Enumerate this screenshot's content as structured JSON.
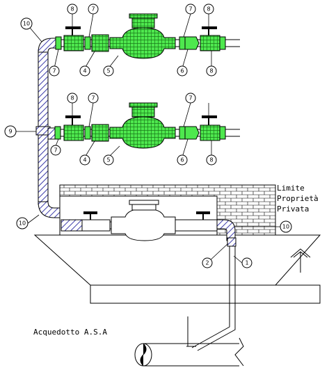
{
  "callouts": {
    "n1": "1",
    "n2": "2",
    "n4": "4",
    "n5": "5",
    "n6": "6",
    "n7": "7",
    "n8": "8",
    "n9": "9",
    "n10": "10"
  },
  "text": {
    "limit_line1": "Limite",
    "limit_line2": "Proprietà",
    "limit_line3": "Privata",
    "aqueduct": "Acquedotto A.S.A"
  },
  "colors": {
    "meter_green": "#4ee84e",
    "pipe_blue": "#3a3aa8",
    "line": "#000000",
    "background": "#ffffff"
  }
}
